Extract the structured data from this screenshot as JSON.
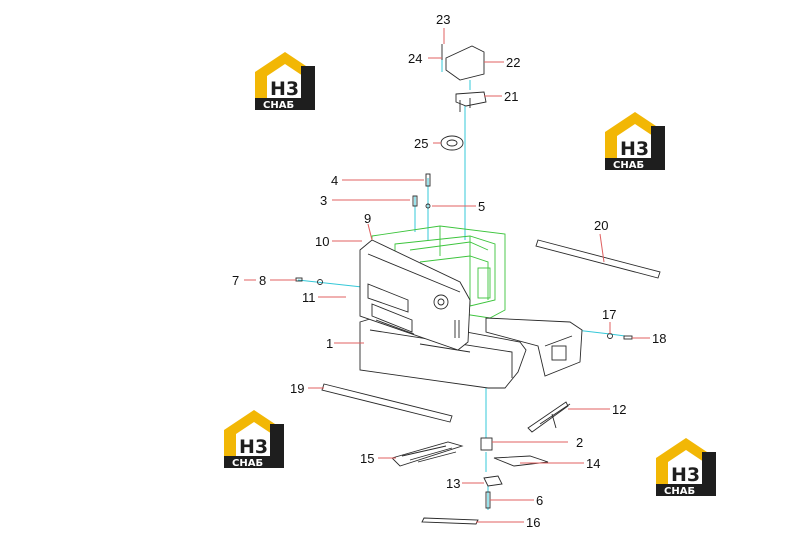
{
  "logo": {
    "mark": "H3",
    "name": "СНАБ",
    "color_gold": "#f2b705",
    "color_dark": "#1e1e1e"
  },
  "callouts": [
    "1",
    "2",
    "3",
    "4",
    "5",
    "6",
    "7",
    "8",
    "9",
    "10",
    "11",
    "12",
    "13",
    "14",
    "15",
    "16",
    "17",
    "18",
    "19",
    "20",
    "21",
    "22",
    "23",
    "24",
    "25"
  ]
}
